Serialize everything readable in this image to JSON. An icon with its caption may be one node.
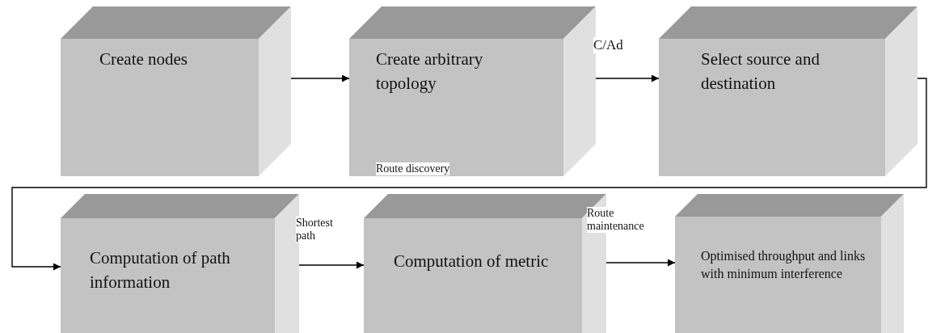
{
  "diagram": {
    "nodes": [
      {
        "text": [
          "Create nodes"
        ]
      },
      {
        "text": [
          "Create arbitrary topology"
        ]
      },
      {
        "text": [
          "Select source and destination"
        ]
      },
      {
        "text": [
          "Computation of path information"
        ]
      },
      {
        "text": [
          "Computation of metric"
        ]
      },
      {
        "text": [
          "Optimised throughput and links with minimum interference"
        ]
      }
    ],
    "edges": [
      {
        "from": 0,
        "to": 1,
        "arrow": "to"
      },
      {
        "from": 1,
        "to": 2,
        "arrow": "to",
        "label": "C/Ad"
      },
      {
        "from": 2,
        "to": 3,
        "arrow": "to",
        "label": "Route discovery"
      },
      {
        "from": 3,
        "to": 4,
        "arrow": "to",
        "label": "Shortest path"
      },
      {
        "from": 4,
        "to": 5,
        "arrow": "to",
        "label": "Route maintenance"
      }
    ]
  }
}
